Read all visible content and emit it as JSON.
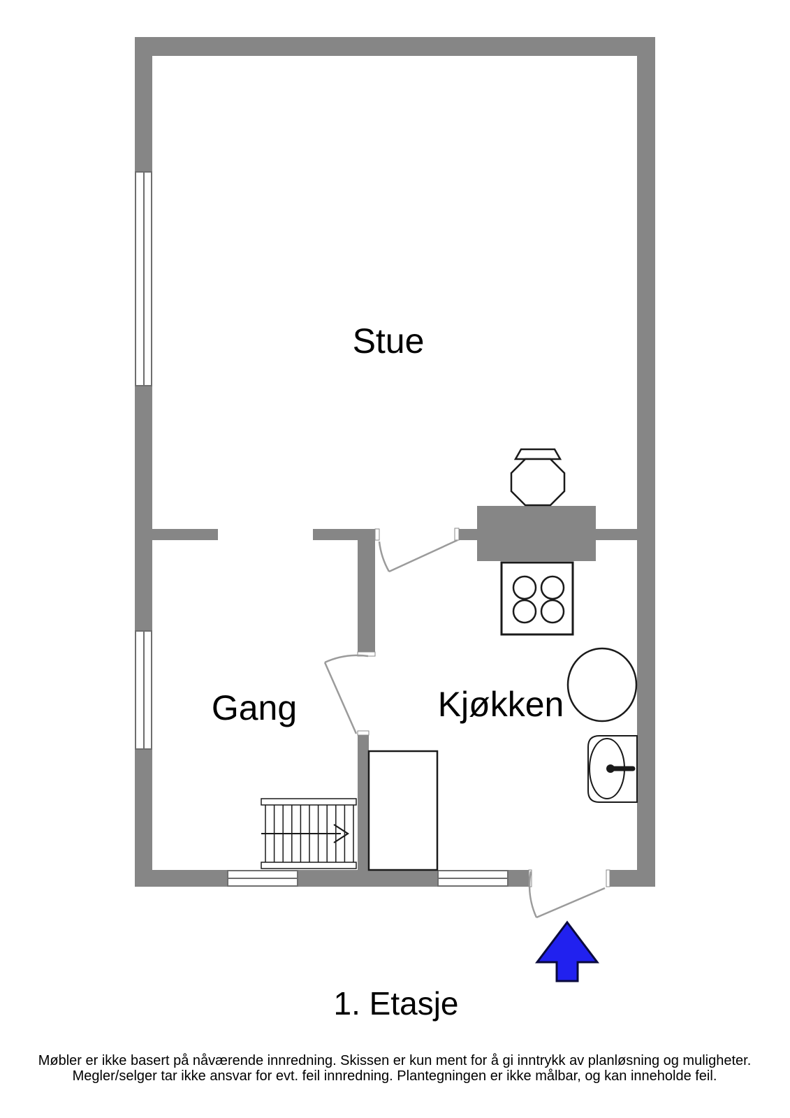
{
  "page": {
    "title": "1. Etasje",
    "disclaimer_line1": "Møbler er ikke basert på nåværende innredning. Skissen er kun ment for å gi inntrykk av planløsning og muligheter.",
    "disclaimer_line2": "Megler/selger tar ikke ansvar for evt. feil innredning. Plantegningen er ikke målbar, og kan inneholde feil."
  },
  "rooms": {
    "stue": {
      "label": "Stue"
    },
    "gang": {
      "label": "Gang"
    },
    "kjokken": {
      "label": "Kjøkken"
    }
  },
  "icons": {
    "entrance_arrow": "blue-up-arrow-entrance",
    "stairs": "staircase-with-up-arrow",
    "cooktop": "stove-4-burners",
    "wood_stove": "wood-stove-on-chimney",
    "sink": "kitchen-sink-with-faucet",
    "table": "round-table",
    "counter": "kitchen-counter"
  },
  "colors": {
    "wall_gray": "#868686",
    "outline_black": "#1a1a1a",
    "door_swing_gray": "#9b9b9b",
    "window_frame_gray": "#6e6e6e",
    "arrow_fill_blue": "#2121ef",
    "arrow_outline": "#0a0a3c",
    "background": "#ffffff",
    "text": "#000000"
  }
}
